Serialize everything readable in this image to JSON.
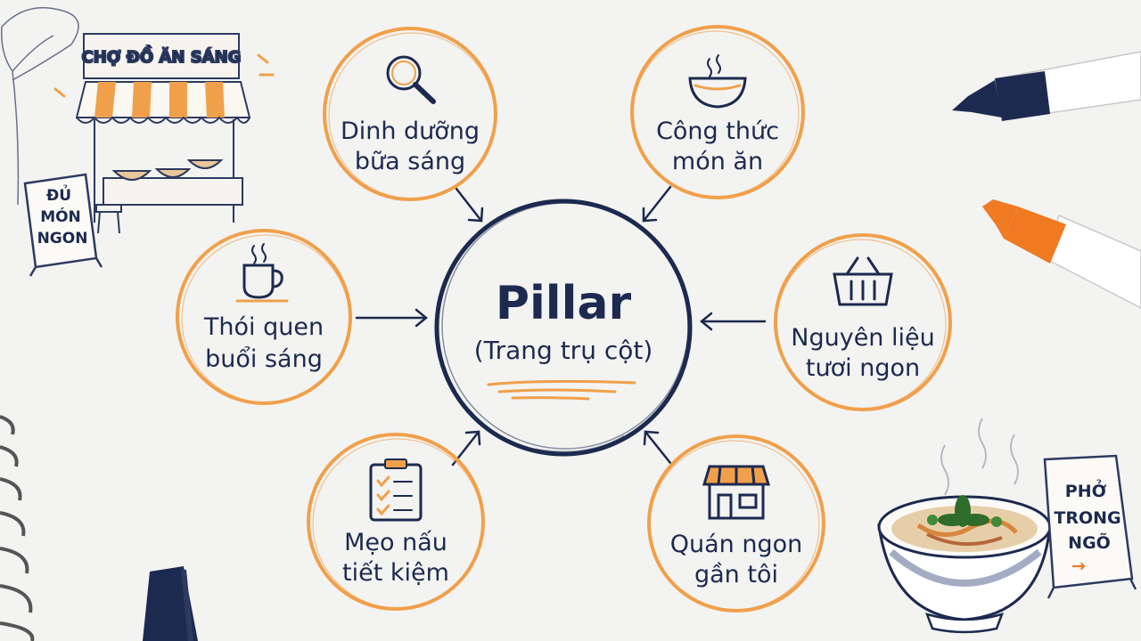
{
  "center": {
    "title": "Pillar",
    "subtitle": "(Trang trụ cột)"
  },
  "nodes": [
    {
      "id": "nutrition",
      "icon": "magnifier-icon",
      "line1": "Dinh dưỡng",
      "line2": "bữa sáng"
    },
    {
      "id": "recipes",
      "icon": "soup-bowl-icon",
      "line1": "Công thức",
      "line2": "món ăn"
    },
    {
      "id": "habits",
      "icon": "coffee-cup-icon",
      "line1": "Thói quen",
      "line2": "buổi sáng"
    },
    {
      "id": "ingredients",
      "icon": "basket-icon",
      "line1": "Nguyên liệu",
      "line2": "tươi ngon"
    },
    {
      "id": "tips",
      "icon": "checklist-icon",
      "line1": "Mẹo nấu",
      "line2": "tiết kiệm"
    },
    {
      "id": "nearby",
      "icon": "shop-icon",
      "line1": "Quán ngon",
      "line2": "gần tôi"
    }
  ],
  "stall": {
    "sign": "CHỢ ĐỒ ĂN SÁNG"
  },
  "board_left": {
    "line1": "ĐỦ",
    "line2": "MÓN",
    "line3": "NGON"
  },
  "board_right": {
    "line1": "PHỞ",
    "line2": "TRONG",
    "line3": "NGÕ",
    "arrow": "→"
  },
  "colors": {
    "navy": "#1d2a4f",
    "orange": "#f0a04b",
    "paper": "#f3f3f1"
  }
}
